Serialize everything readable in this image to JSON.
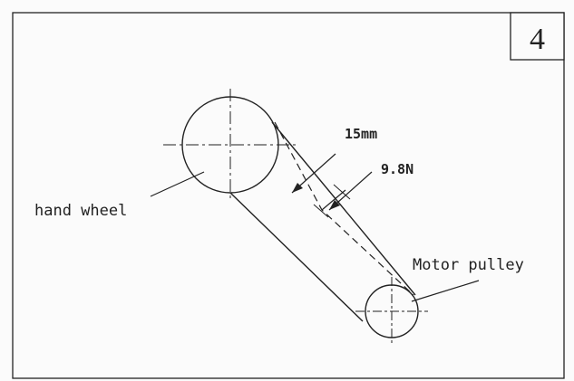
{
  "figure": {
    "step_number": "4",
    "labels": {
      "hand_wheel": "hand wheel",
      "motor_pulley": "Motor pulley",
      "deflection": "15mm",
      "force": "9.8N"
    }
  }
}
